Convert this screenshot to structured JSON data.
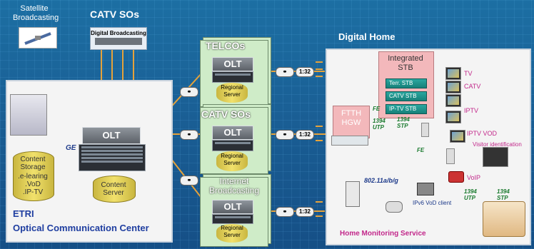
{
  "satellite": {
    "label": "Satellite\nBroadcasting"
  },
  "catv_top": {
    "title": "CATV SOs",
    "box_label": "Digital Broadcasting"
  },
  "etri": {
    "title_line1": "ETRI",
    "title_line2": "Optical Communication Center",
    "olt": "OLT",
    "ge": "GE",
    "content_storage": "Content\nStorage",
    "storage_items": [
      ".e-learing",
      ".VoD",
      ".IP-TV"
    ],
    "content_server": "Content\nServer"
  },
  "centers": [
    {
      "title": "TELCOs",
      "olt": "OLT",
      "server": "Regional\nServer",
      "splitter": "1:32"
    },
    {
      "title": "CATV SOs",
      "olt": "OLT",
      "server": "Regional\nServer",
      "splitter": "1:32"
    },
    {
      "title": "Internet\nBroadcasting",
      "olt": "OLT",
      "server": "Regional\nServer",
      "splitter": "1:32"
    }
  ],
  "home": {
    "title": "Digital Home",
    "stb_title": "Integrated\nSTB",
    "stb_items": [
      "Terr. STB",
      "CATV STB",
      "IP-TV STB"
    ],
    "hgw": "FTTH\nHGW",
    "fe1": "FE",
    "fe2": "FE",
    "utp1": "1394\nUTP",
    "stp1": "1394\nSTP",
    "utp2": "1394\nUTP",
    "stp2": "1394\nSTP",
    "services": [
      "TV",
      "CATV",
      "IPTV",
      "IPTV VOD",
      "Visitor identification",
      "VoIP"
    ],
    "wifi": "802.11a/b/g",
    "vod_client": "IPv6 VoD client",
    "monitoring": "Home Monitoring Service"
  },
  "colors": {
    "bg": "#1a5f95",
    "fiber": "#e6a23a",
    "accent": "#c2278a"
  }
}
